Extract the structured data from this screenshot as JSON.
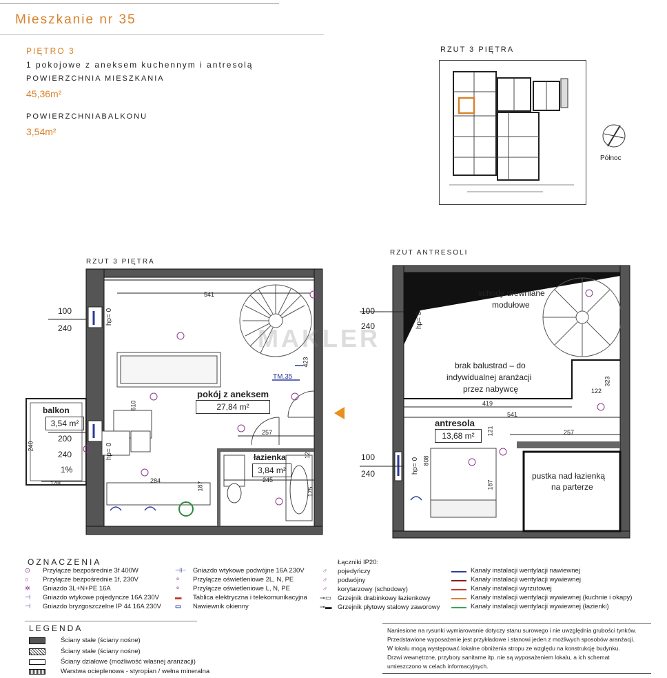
{
  "header": {
    "title": "Mieszkanie nr 35",
    "floor": "PIĘTRO 3",
    "description": "1 pokojowe z aneksem kuchennym i antresolą",
    "area_label": "POWIERZCHNIA MIESZKANIA",
    "area_value": "45,36m²",
    "balcony_label": "POWIERZCHNIABALKONU",
    "balcony_value": "3,54m²"
  },
  "minimap": {
    "title": "RZUT 3 PIĘTRA",
    "north_label": "Północ"
  },
  "plan_left": {
    "title": "RZUT 3 PIĘTRA",
    "dims": [
      "100",
      "240",
      "200",
      "240",
      "541",
      "423",
      "257",
      "245",
      "284",
      "610",
      "187",
      "175",
      "148",
      "240",
      "12"
    ],
    "rooms": {
      "main_name": "pokój z aneksem",
      "main_area": "27,84 m²",
      "bath_name": "łazienka",
      "bath_area": "3,84 m²",
      "balcony_name": "balkon",
      "balcony_area": "3,54 m²",
      "slope": "1%"
    },
    "markers": {
      "tm": "TM.35",
      "hp": "hp= 0"
    },
    "watermark": "MAKLER"
  },
  "plan_right": {
    "title": "RZUT ANTRESOLI",
    "dims": [
      "100",
      "240",
      "100",
      "240",
      "419",
      "541",
      "122",
      "323",
      "257",
      "121",
      "187",
      "808"
    ],
    "labels": {
      "stairs": "schody drewniane modułowe",
      "stairs_l1": "schody drewniane",
      "stairs_l2": "modułowe",
      "rail_l1": "brak balustrad – do",
      "rail_l2": "indywidualnej aranżacji",
      "rail_l3": "przez nabywcę",
      "ant_name": "antresola",
      "ant_area": "13,68 m²",
      "void_l1": "pustka nad łazienką",
      "void_l2": "na parterze"
    }
  },
  "oznaczenia": {
    "title": "OZNACZENIA",
    "col1": [
      "Przyłącze bezpośrednie 3f 400W",
      "Przyłącze bezpośrednie 1f, 230V",
      "Gniazdo 3L+N+PE 16A",
      "Gniazdo wtykowe pojedyncze 16A 230V",
      "Gniazdo bryzgoszczelne IP 44 16A 230V"
    ],
    "col2": [
      "Gniazdo wtykowe podwójne 16A 230V",
      "Przyłącze oświetleniowe 2L, N, PE",
      "Przyłącze oświetleniowe L, N, PE",
      "Tablica elektryczna i telekomunikacyjna",
      "Nawiewnik okienny"
    ],
    "col3_title": "Łączniki IP20:",
    "col3": [
      "pojedyńczy",
      "podwójny",
      "korytarzowy (schodowy)",
      "Grzejnik drabinkowy łazienkowy",
      "Grzejnik płytowy stalowy zaworowy"
    ],
    "col4": [
      "Kanały instalacji wentylacji nawiewnej",
      "Kanały instalacji wentylacji wywiewnej",
      "Kanały instalacji wyrzutowej",
      "Kanały instalacji wentylacji wywiewnej (kuchnie i okapy)",
      "Kanały instalacji wentylacji wywiewnej (łazienki)"
    ],
    "col4_colors": [
      "#2b3a9a",
      "#8a1d1d",
      "#c0392b",
      "#d9822b",
      "#3aa84a"
    ]
  },
  "legenda": {
    "title": "LEGENDA",
    "items": [
      "Ściany stałe  (ściany nośne)",
      "Ściany stałe  (ściany nośne)",
      "Ściany działowe (możliwość własnej aranżacji)",
      "Warstwa ocieplenowa - styropian / wełna mineralna"
    ]
  },
  "note": {
    "lines": [
      "Naniesione na rysunki wymiarowanie dotyczy stanu surowego i nie uwzględnia grubości tynków.",
      "Przedstawione wyposażenie jest przykładowe i stanowi jeden z możliwych sposobów aranżacji.",
      "W lokalu mogą występować lokalne obniżenia stropu ze względu na konstrukcję budynku.",
      "Drzwi wewnętrzne, przybory sanitarne itp. nie są wyposażeniem lokalu, a ich schemat",
      "umieszczono w celach informacyjnych."
    ]
  },
  "colors": {
    "accent": "#d9822b",
    "wall": "#222222",
    "electric": "#8b3a8b",
    "vent_blue": "#2b3a9a"
  }
}
